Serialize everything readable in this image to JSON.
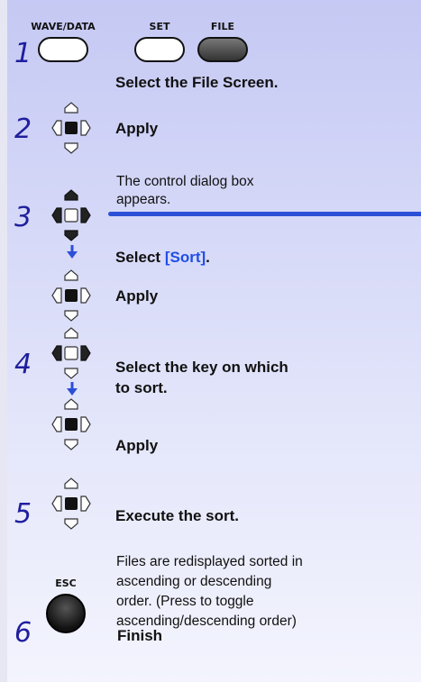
{
  "buttons": {
    "wave_data": "WAVE/DATA",
    "set": "SET",
    "file": "FILE",
    "esc": "ESC"
  },
  "steps": [
    {
      "num": "1",
      "text": "Select the File Screen."
    },
    {
      "num": "2",
      "text": "Apply",
      "note": "The control dialog box appears."
    },
    {
      "num": "3",
      "text_prefix": "Select ",
      "text_highlight": "[Sort]",
      "text_suffix": ".",
      "text2": "Apply"
    },
    {
      "num": "4",
      "text": "Select the key on which to sort.",
      "text2": "Apply"
    },
    {
      "num": "5",
      "text": "Execute the sort.",
      "note": "Files are redisplayed sorted in ascending or descending order. (Press to toggle ascending/descending order)"
    },
    {
      "num": "6",
      "text": "Finish"
    }
  ],
  "colors": {
    "step_number": "#1f1f9e",
    "highlight": "#1f4fe6",
    "rule": "#2d4fd8"
  }
}
